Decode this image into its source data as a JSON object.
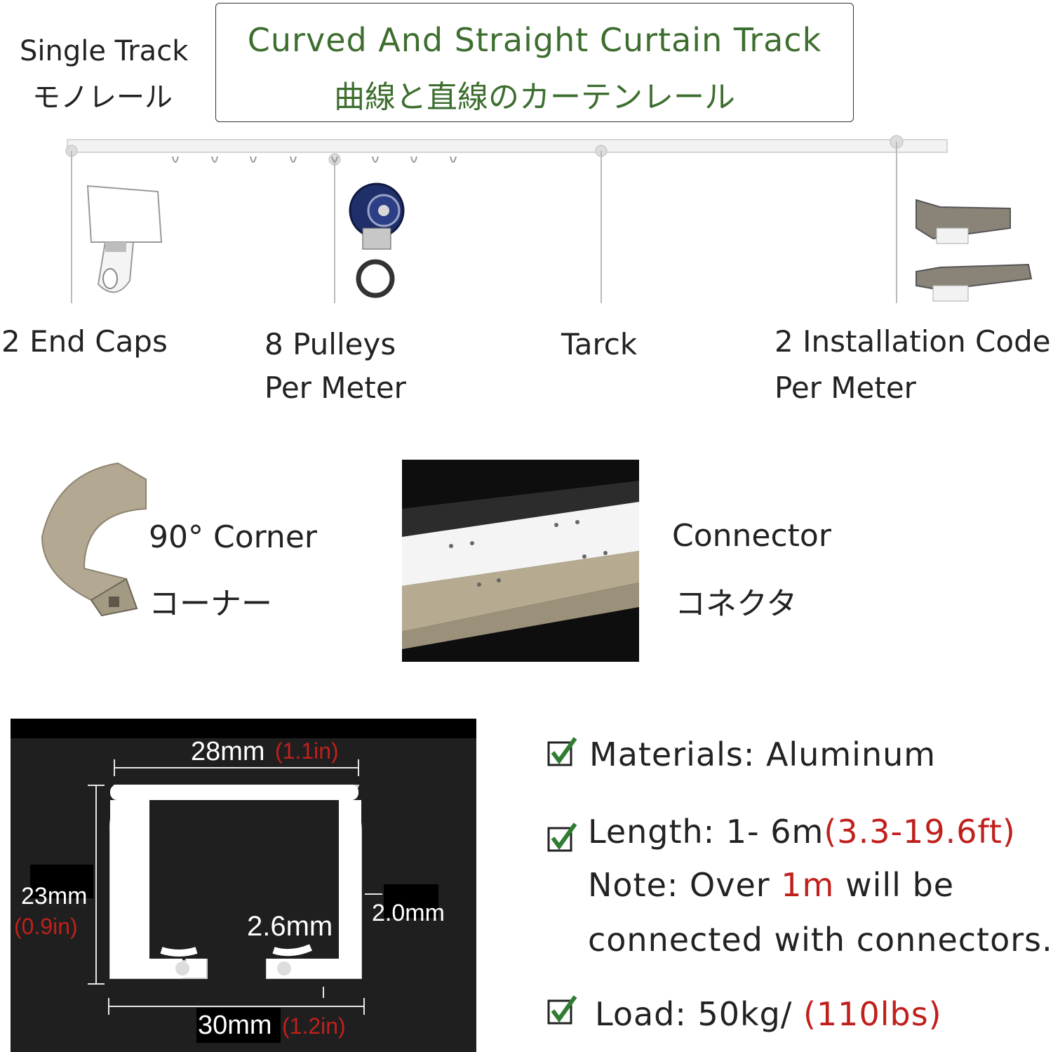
{
  "header": {
    "single_track_en": "Single Track",
    "single_track_ja": "モノレール",
    "title_en": "Curved And Straight Curtain Track",
    "title_ja": "曲線と直線のカーテンレール"
  },
  "components": {
    "end_caps": "2 End Caps",
    "pulleys_line1": "8 Pulleys",
    "pulleys_line2": "Per Meter",
    "track": "Tarck",
    "install_line1": "2 Installation Code",
    "install_line2": "Per Meter"
  },
  "accessories": {
    "corner_en": "90° Corner",
    "corner_ja": "コーナー",
    "connector_en": "Connector",
    "connector_ja": "コネクタ"
  },
  "profile": {
    "top_width_mm": "28mm",
    "top_width_in": "(1.1in)",
    "height_mm": "23mm",
    "height_in": "(0.9in)",
    "wall_mm": "2.0mm",
    "gap_mm": "2.6mm",
    "bottom_width_mm": "30mm",
    "bottom_width_in": "(1.2in)"
  },
  "specs": {
    "materials": "Materials: Aluminum",
    "length_prefix": "Length: 1- 6m",
    "length_ft": "(3.3-19.6ft)",
    "note_prefix": "Note: Over ",
    "note_red": "1m",
    "note_suffix": " will be",
    "note_line2": "connected with connectors.",
    "load_prefix": "Load: 50kg/ ",
    "load_lbs": "(110lbs)"
  },
  "colors": {
    "title_green": "#3d6e2f",
    "accent_red": "#c0201c",
    "check_green": "#2e7d32",
    "profile_bg": "#1f1f1f"
  }
}
